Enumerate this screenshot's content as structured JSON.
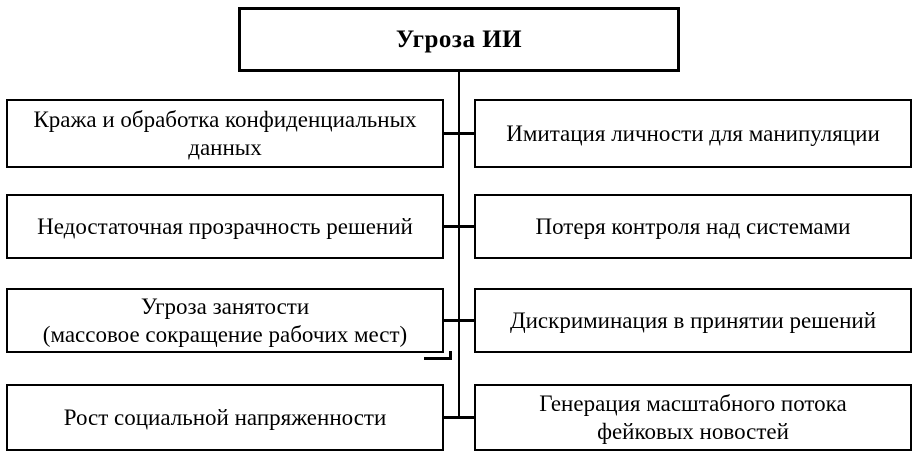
{
  "diagram": {
    "root": {
      "label": "Угроза ИИ"
    },
    "left_column": [
      "Кража и обработка конфиденциальных\nданных",
      "Недостаточная прозрачность решений",
      "Угроза занятости\n(массовое сокращение рабочих мест)",
      "Рост социальной напряженности"
    ],
    "right_column": [
      "Имитация личности для манипуляции",
      "Потеря контроля над системами",
      "Дискриминация в принятии решений",
      "Генерация масштабного потока\nфейковых новостей"
    ],
    "colors": {
      "line": "#000000",
      "background": "#ffffff",
      "text": "#000000"
    }
  }
}
